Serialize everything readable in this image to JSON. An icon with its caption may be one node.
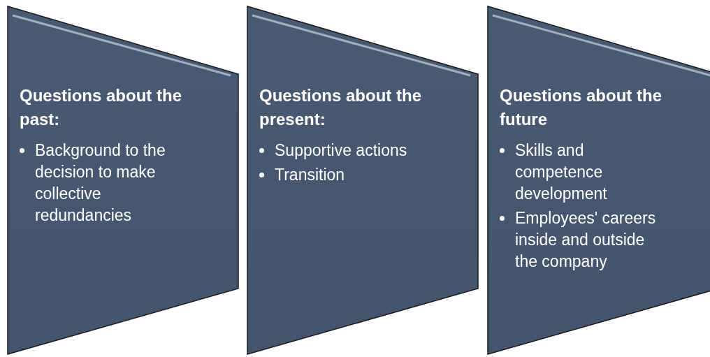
{
  "diagram": {
    "nodes": [
      {
        "text": [
          "Questions about the past:",
          "Background to the decision to make collective redundancies"
        ]
      },
      {
        "text": [
          "Questions about the present:",
          "Supportive actions",
          "Transition"
        ]
      },
      {
        "text": [
          "Questions about the future",
          "Skills and competence development",
          "Employees' careers inside and outside the company"
        ]
      }
    ]
  }
}
